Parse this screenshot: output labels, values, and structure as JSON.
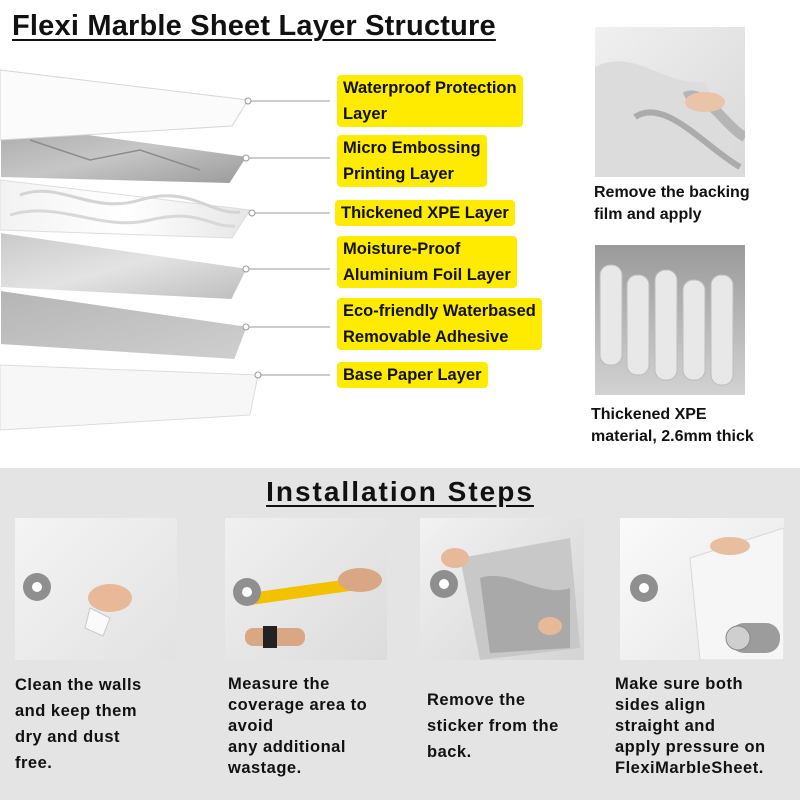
{
  "header": {
    "title": "Flexi Marble Sheet Layer Structure"
  },
  "layers": [
    {
      "label_lines": [
        "Waterproof Protection",
        "Layer"
      ]
    },
    {
      "label_lines": [
        "Micro Embossing",
        "Printing Layer"
      ]
    },
    {
      "label_lines": [
        "Thickened XPE Layer"
      ]
    },
    {
      "label_lines": [
        "Moisture-Proof",
        "Aluminium Foil Layer"
      ]
    },
    {
      "label_lines": [
        "Eco-friendly Waterbased",
        "Removable Adhesive"
      ]
    },
    {
      "label_lines": [
        "Base Paper Layer"
      ]
    }
  ],
  "side_photos": [
    {
      "caption_lines": [
        "Remove the backing",
        "film and apply"
      ]
    },
    {
      "caption_lines": [
        "Thickened XPE",
        "material, 2.6mm thick"
      ]
    }
  ],
  "installation": {
    "title": "Installation Steps",
    "steps": [
      {
        "icon": "wiping-cloth-icon",
        "text_lines": [
          "Clean the walls",
          "and keep them",
          "dry and dust",
          "free."
        ]
      },
      {
        "icon": "measuring-tape-icon",
        "text_lines": [
          "Measure the",
          "coverage area to",
          "avoid",
          "any additional",
          "wastage."
        ]
      },
      {
        "icon": "peel-sheet-icon",
        "text_lines": [
          "Remove the",
          "sticker from the",
          "back."
        ]
      },
      {
        "icon": "roll-apply-icon",
        "text_lines": [
          "Make sure both",
          "sides align",
          "straight and",
          "apply pressure on",
          "FlexiMarbleSheet."
        ]
      }
    ]
  },
  "colors": {
    "label_bg": "#ffeb00",
    "bottom_bg": "#e4e4e4",
    "badge": "#8f8f8f"
  }
}
